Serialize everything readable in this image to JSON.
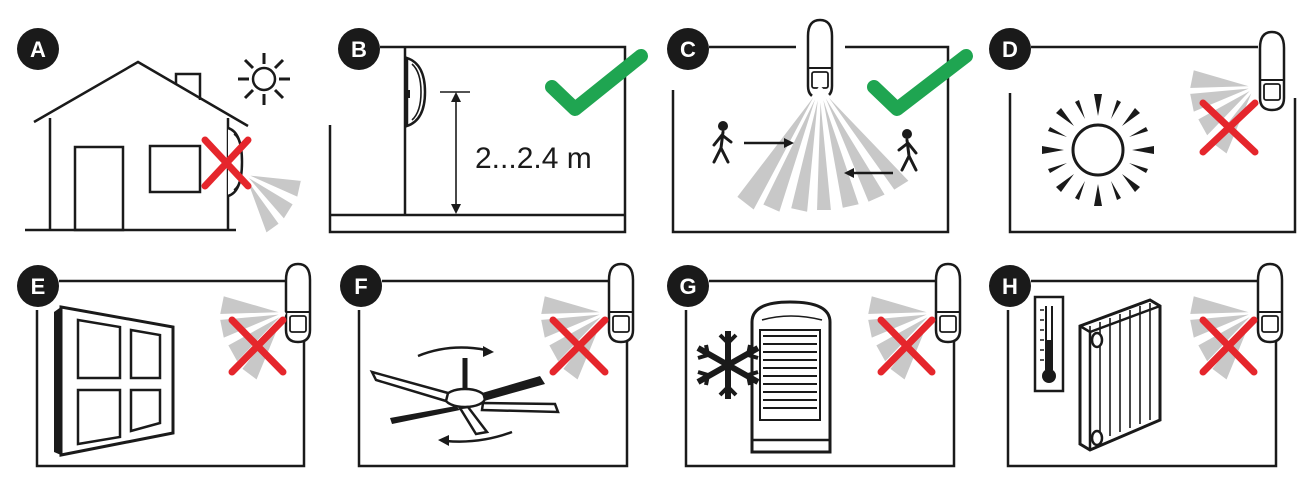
{
  "panels": [
    {
      "id": "a",
      "label": "A",
      "verdict": "wrong",
      "scene": "house-exterior-sun"
    },
    {
      "id": "b",
      "label": "B",
      "verdict": "correct",
      "scene": "mounting-height",
      "measurement": "2...2.4 m"
    },
    {
      "id": "c",
      "label": "C",
      "verdict": "correct",
      "scene": "walkers-across-beams"
    },
    {
      "id": "d",
      "label": "D",
      "verdict": "wrong",
      "scene": "direct-sunlight"
    },
    {
      "id": "e",
      "label": "E",
      "verdict": "wrong",
      "scene": "window"
    },
    {
      "id": "f",
      "label": "F",
      "verdict": "wrong",
      "scene": "ceiling-fan"
    },
    {
      "id": "g",
      "label": "G",
      "verdict": "wrong",
      "scene": "air-conditioner"
    },
    {
      "id": "h",
      "label": "H",
      "verdict": "wrong",
      "scene": "radiator-heater"
    }
  ],
  "colors": {
    "ok": "#1fa551",
    "not_ok": "#e5262c",
    "beam": "#c8c8c8",
    "ink": "#1a1a1a"
  }
}
